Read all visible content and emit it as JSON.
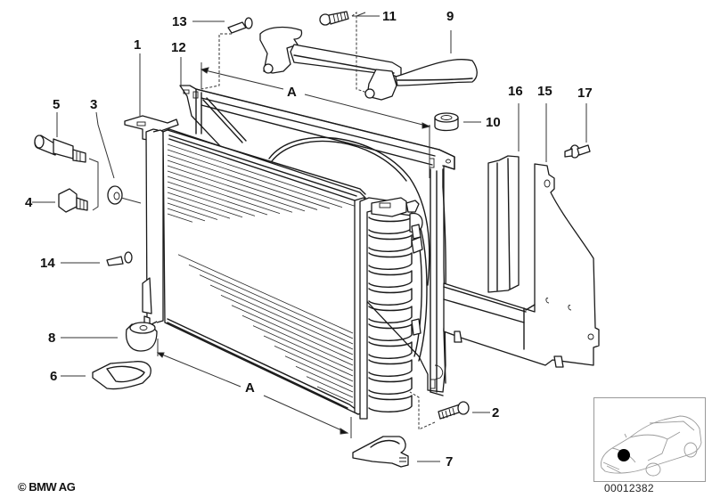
{
  "diagram": {
    "title": "Radiator / fan cowl assembly exploded view",
    "callouts": [
      {
        "id": "1",
        "label": "1",
        "part": "radiator"
      },
      {
        "id": "2",
        "label": "2",
        "part": "hex-bolt"
      },
      {
        "id": "3",
        "label": "3",
        "part": "sealing-ring"
      },
      {
        "id": "4",
        "label": "4",
        "part": "screw-plug"
      },
      {
        "id": "5",
        "label": "5",
        "part": "temperature-switch"
      },
      {
        "id": "6",
        "label": "6",
        "part": "lower-mount-bracket"
      },
      {
        "id": "7",
        "label": "7",
        "part": "lower-mount-bracket-right"
      },
      {
        "id": "8",
        "label": "8",
        "part": "rubber-mount"
      },
      {
        "id": "9",
        "label": "9",
        "part": "upper-bracket"
      },
      {
        "id": "10",
        "label": "10",
        "part": "rubber-bushing"
      },
      {
        "id": "11",
        "label": "11",
        "part": "fillister-screw"
      },
      {
        "id": "12",
        "label": "12",
        "part": "fan-shroud"
      },
      {
        "id": "13",
        "label": "13",
        "part": "expanding-rivet-top"
      },
      {
        "id": "14",
        "label": "14",
        "part": "expanding-rivet-side"
      },
      {
        "id": "15",
        "label": "15",
        "part": "side-panel"
      },
      {
        "id": "16",
        "label": "16",
        "part": "seal-strip"
      },
      {
        "id": "17",
        "label": "17",
        "part": "expanding-rivet-panel"
      }
    ],
    "dimension_labels": {
      "top": "A",
      "bottom": "A"
    }
  },
  "footer": {
    "copyright": "© BMW AG",
    "document_number": "00012382"
  },
  "thumbnail": {
    "description": "car location overview",
    "marker_color": "#000000"
  }
}
